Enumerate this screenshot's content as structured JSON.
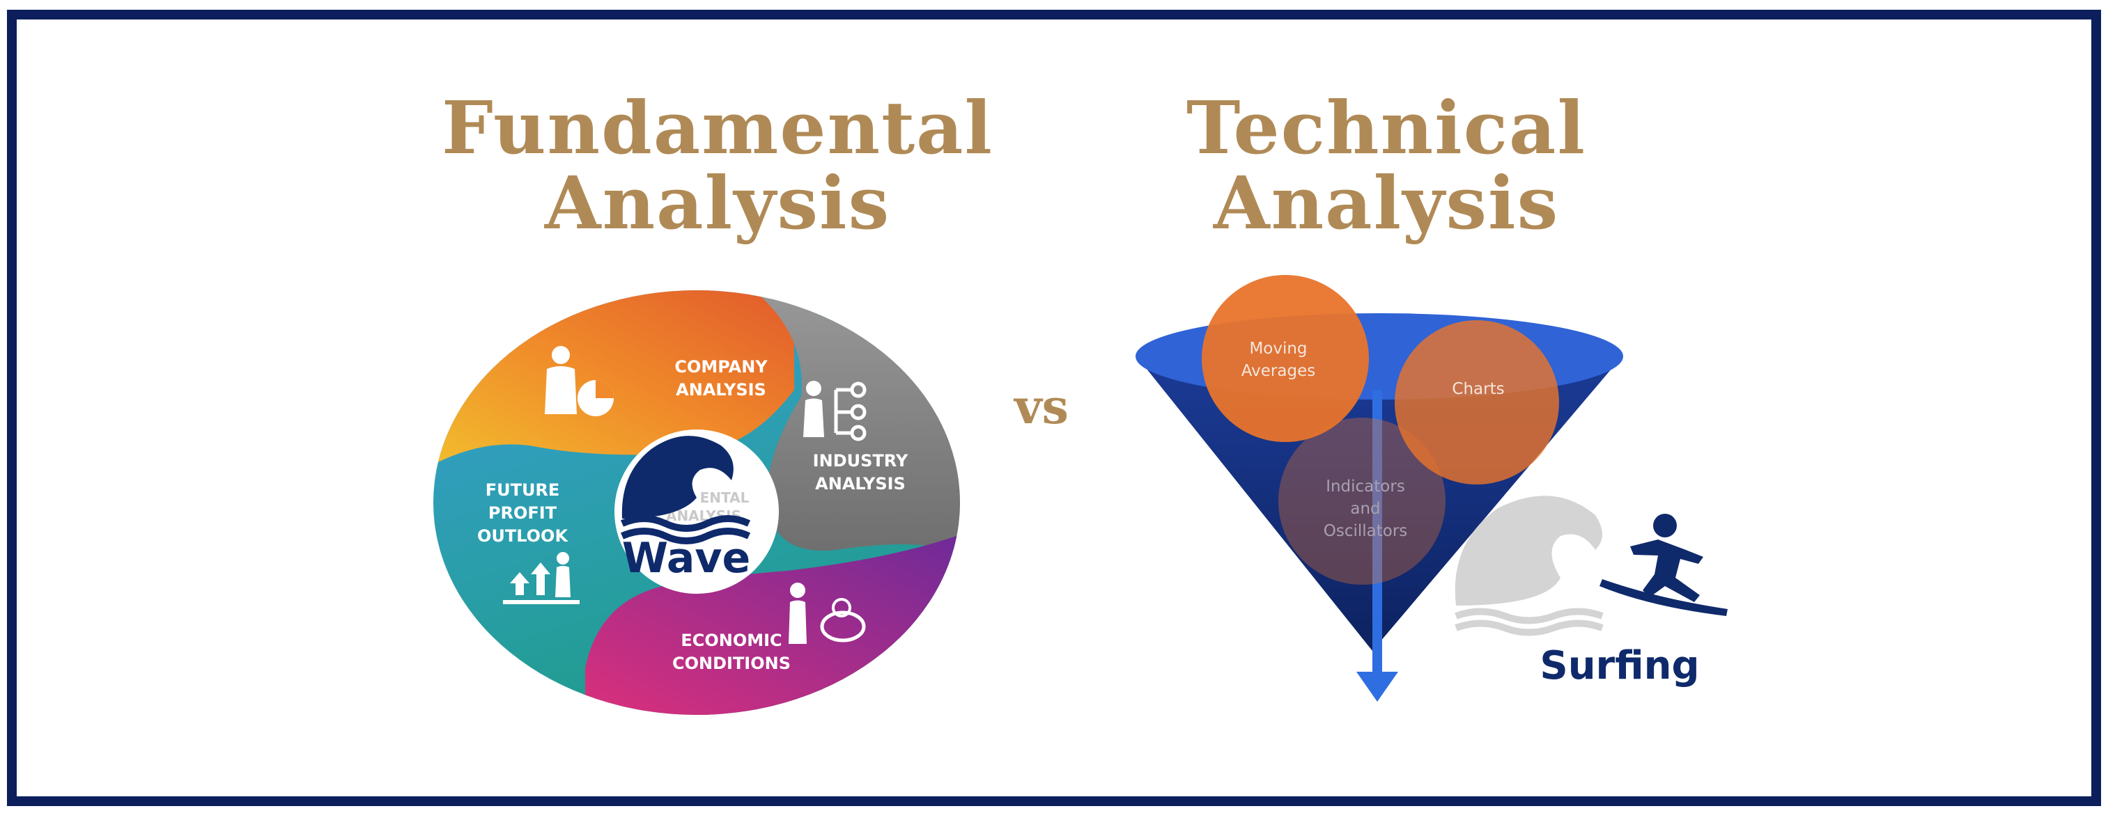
{
  "titles": {
    "fundamental_line1": "Fundamental",
    "fundamental_line2": "Analysis",
    "technical_line1": "Technical",
    "technical_line2": "Analysis"
  },
  "vs": "vs",
  "fundamental_wheel": {
    "segments": {
      "company_l1": "COMPANY",
      "company_l2": "ANALYSIS",
      "industry_l1": "INDUSTRY",
      "industry_l2": "ANALYSIS",
      "economic_l1": "ECONOMIC",
      "economic_l2": "CONDITIONS",
      "future_l1": "FUTURE",
      "future_l2": "PROFIT",
      "future_l3": "OUTLOOK"
    },
    "center_faded_l1": "ENTAL",
    "center_faded_l2": "ANALYSIS",
    "wave_label": "Wave"
  },
  "technical_funnel": {
    "moving_l1": "Moving",
    "moving_l2": "Averages",
    "charts": "Charts",
    "indicators_l1": "Indicators",
    "indicators_l2": "and",
    "indicators_l3": "Oscillators",
    "surfing_label": "Surfing"
  },
  "colors": {
    "border": "#0c1f5c",
    "title_gold": "#b08a56",
    "navy": "#0f2a6b",
    "orange": "#e8742c"
  },
  "icons": [
    "businessman-pie-chart-icon",
    "org-hierarchy-icon",
    "growth-arrows-icon",
    "piggy-bank-icon",
    "wave-logo-icon",
    "surfer-icon"
  ]
}
